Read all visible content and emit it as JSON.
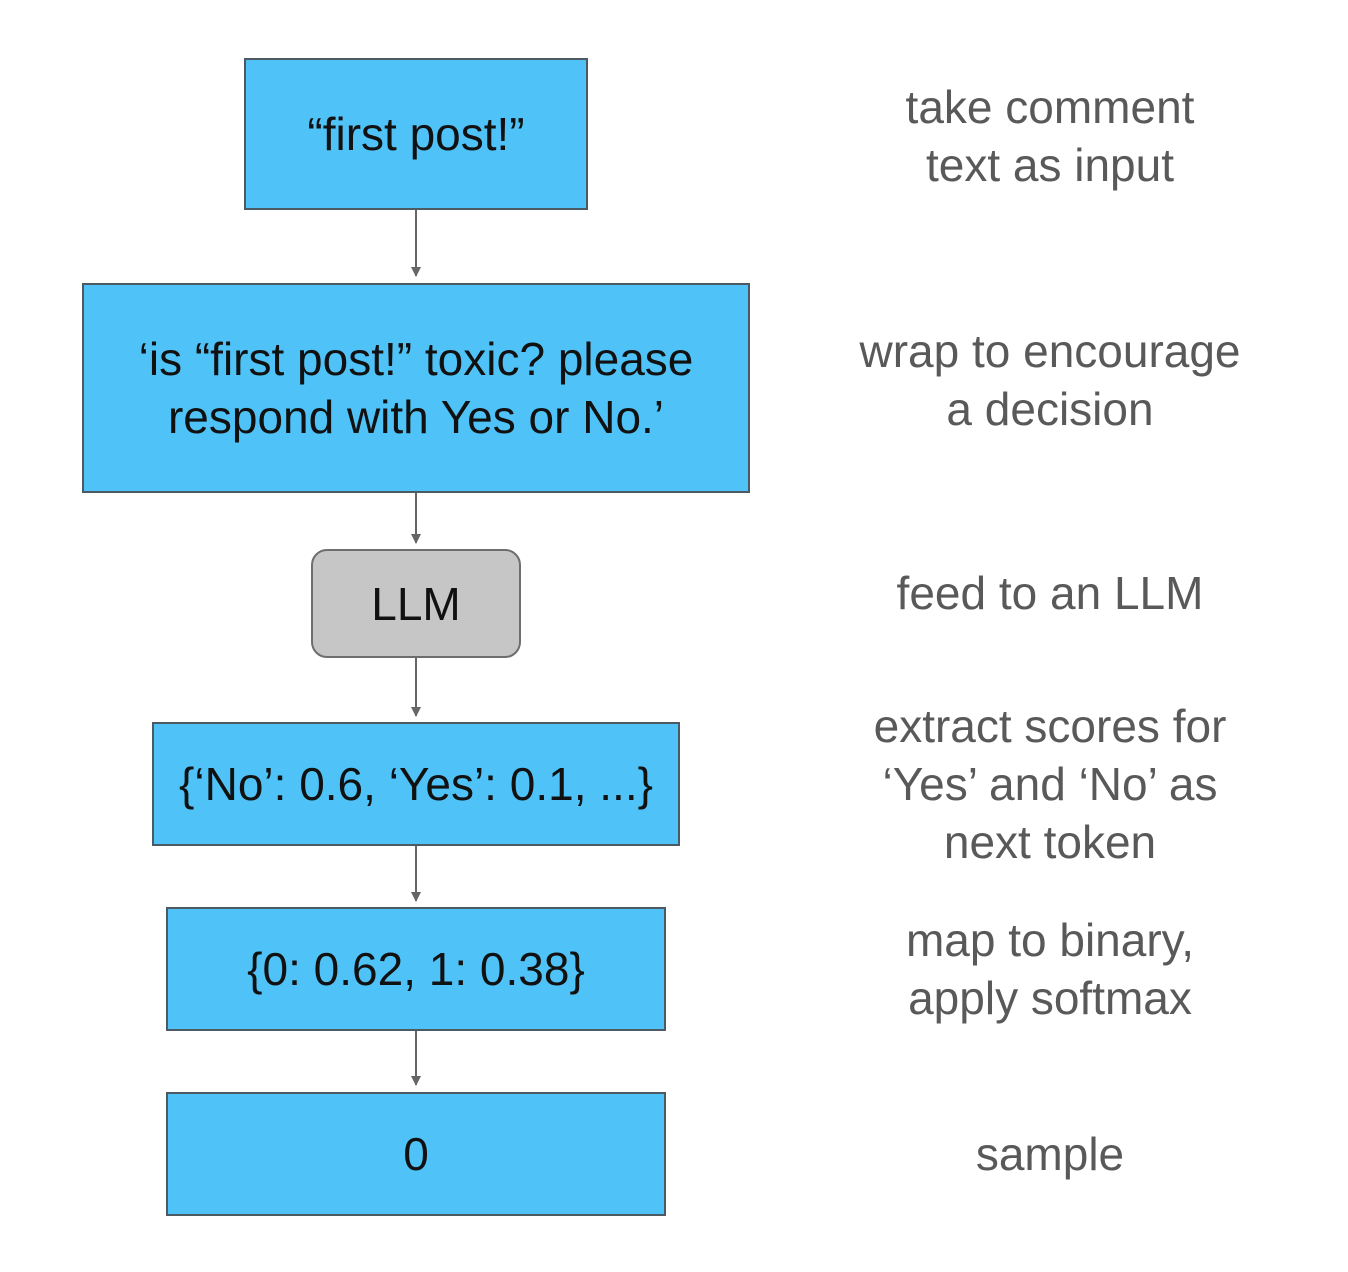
{
  "steps": [
    {
      "box_lines": [
        "“first post!”"
      ],
      "note_lines": [
        "take comment",
        "text as input"
      ]
    },
    {
      "box_lines": [
        "‘is “first post!” toxic? please",
        "respond with Yes or No.’"
      ],
      "note_lines": [
        "wrap to encourage",
        "a decision"
      ]
    },
    {
      "box_lines": [
        "LLM"
      ],
      "note_lines": [
        "feed to an LLM"
      ]
    },
    {
      "box_lines": [
        "{‘No’: 0.6, ‘Yes’: 0.1, ...}"
      ],
      "note_lines": [
        "extract scores for",
        "‘Yes’ and ‘No’ as",
        "next token"
      ]
    },
    {
      "box_lines": [
        "{0: 0.62, 1: 0.38}"
      ],
      "note_lines": [
        "map to binary,",
        "apply softmax"
      ]
    },
    {
      "box_lines": [
        "0"
      ],
      "note_lines": [
        "sample"
      ]
    }
  ],
  "colors": {
    "box_fill": "#4fc3f7",
    "llm_fill": "#c6c6c6",
    "arrow": "#666666",
    "note_text": "#595959"
  }
}
